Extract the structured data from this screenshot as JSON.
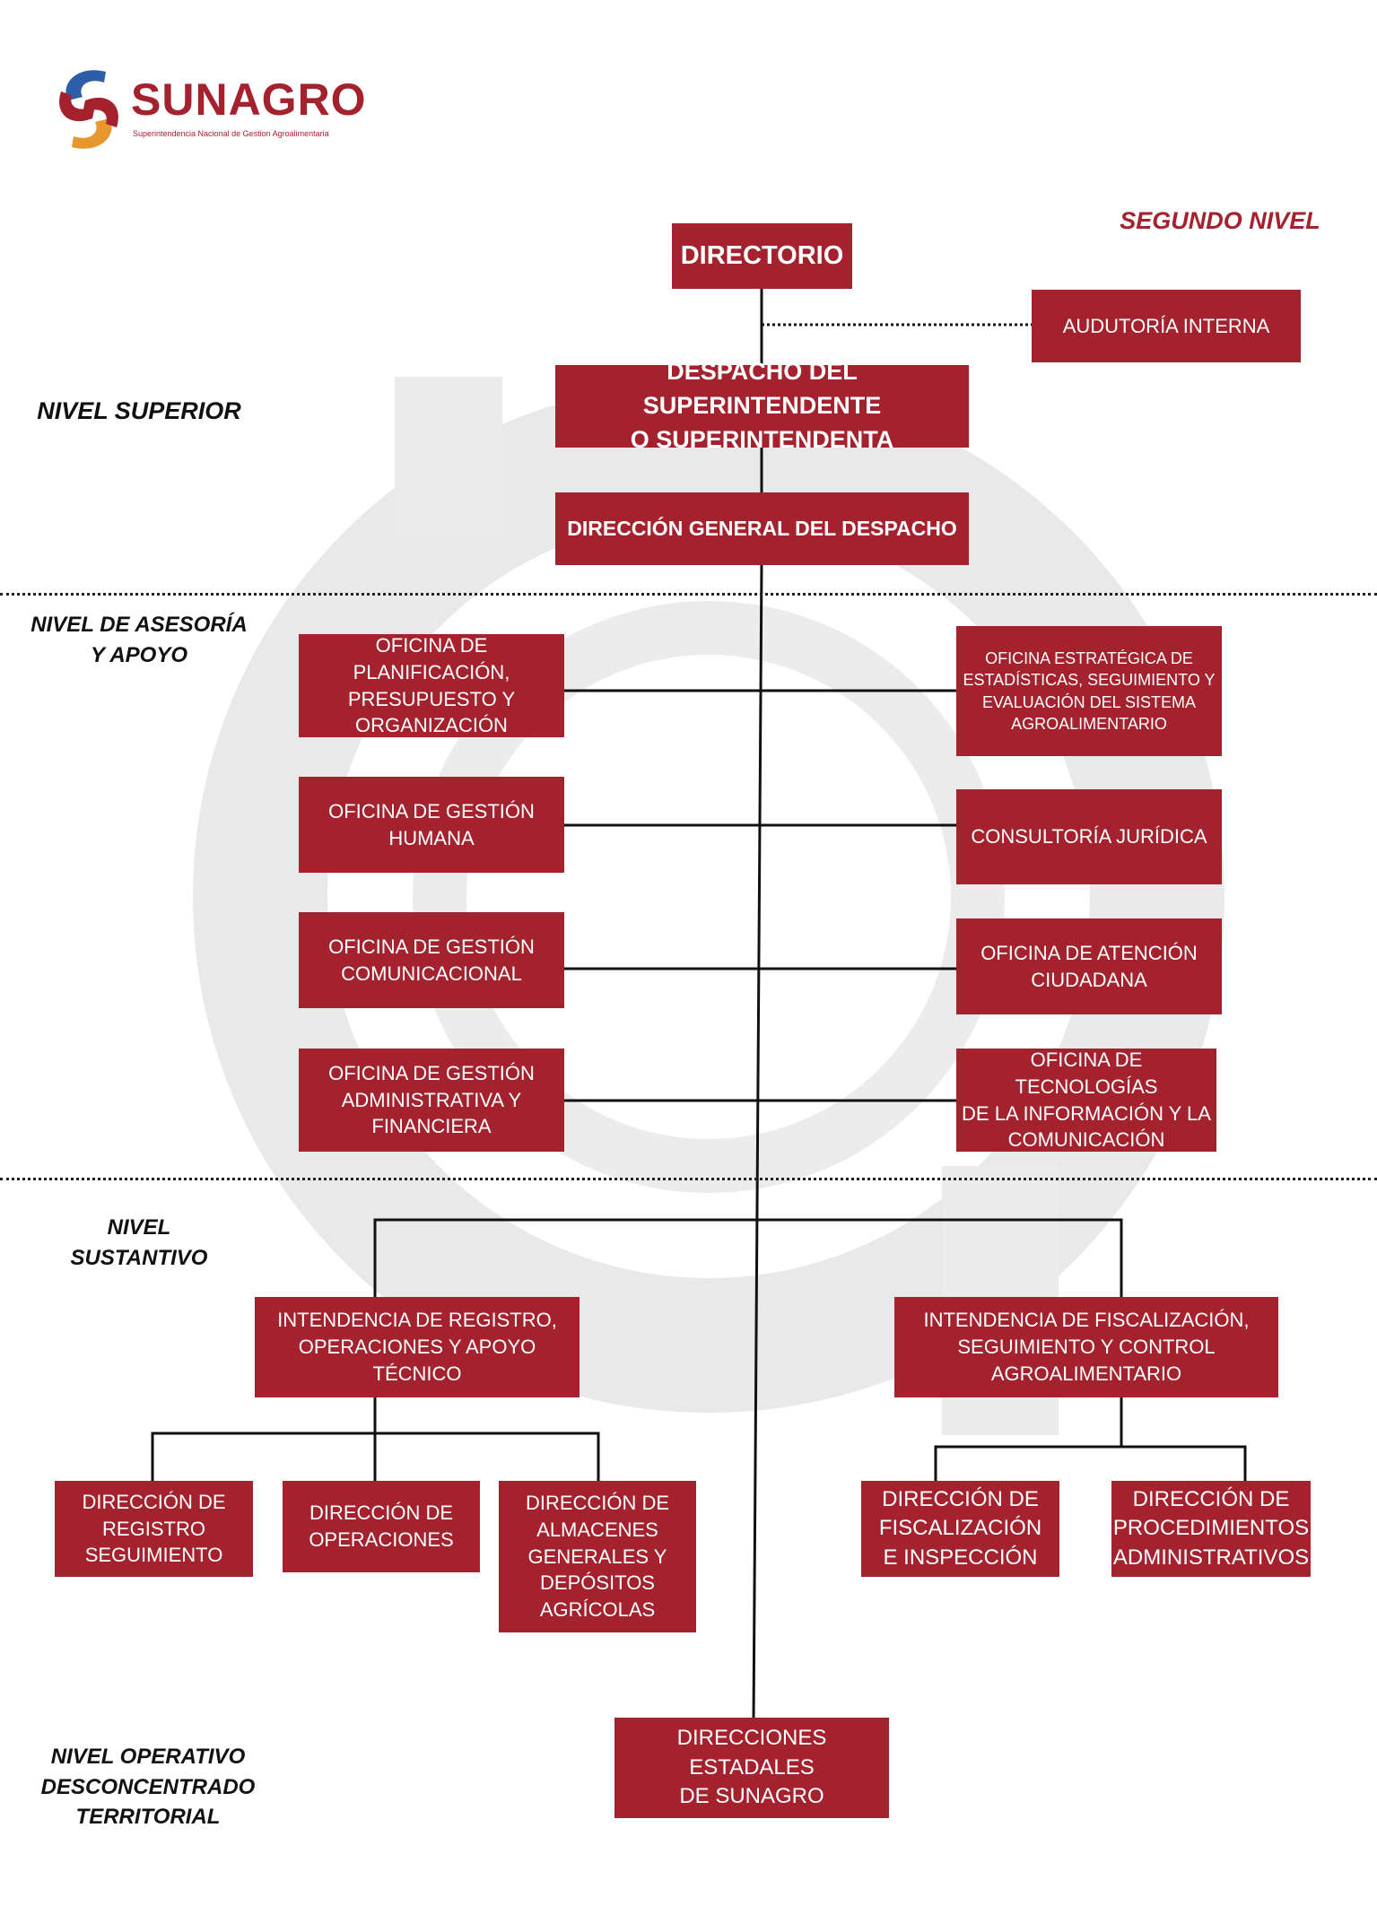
{
  "brand": {
    "name": "SUNAGRO",
    "tagline": "Superintendencia Nacional de Gestion Agroalimentaria",
    "colors": {
      "primary": "#a3222e",
      "logo_orange": "#e8962e",
      "logo_blue": "#2d5fa8"
    }
  },
  "levels": {
    "segundo_nivel": "SEGUNDO NIVEL",
    "superior": "NIVEL SUPERIOR",
    "asesoria": "NIVEL DE ASESORÍA\nY APOYO",
    "sustantivo": "NIVEL\nSUSTANTIVO",
    "operativo": "NIVEL OPERATIVO\nDESCONCENTRADO\nTERRITORIAL"
  },
  "nodes": {
    "directorio": "DIRECTORIO",
    "auditoria": "AUDUTORÍA INTERNA",
    "despacho": "DESPACHO DEL SUPERINTENDENTE\nO SUPERINTENDENTA",
    "direccion_general": "DIRECCIÓN GENERAL DEL DESPACHO",
    "planificacion": "OFICINA DE PLANIFICACIÓN,\nPRESUPUESTO Y\nORGANIZACIÓN",
    "estrategica": "OFICINA ESTRATÉGICA DE\nESTADÍSTICAS, SEGUIMIENTO Y\nEVALUACIÓN DEL SISTEMA\nAGROALIMENTARIO",
    "gestion_humana": "OFICINA DE GESTIÓN\nHUMANA",
    "consultoria": "CONSULTORÍA JURÍDICA",
    "comunicacional": "OFICINA DE GESTIÓN\nCOMUNICACIONAL",
    "atencion": "OFICINA DE ATENCIÓN\nCIUDADANA",
    "administrativa": "OFICINA DE GESTIÓN\nADMINISTRATIVA Y\nFINANCIERA",
    "tecnologias": "OFICINA DE TECNOLOGÍAS\nDE LA INFORMACIÓN Y LA\nCOMUNICACIÓN",
    "int_registro": "INTENDENCIA DE REGISTRO,\nOPERACIONES Y APOYO TÉCNICO",
    "int_fiscalizacion": "INTENDENCIA DE FISCALIZACIÓN,\nSEGUIMIENTO Y CONTROL\nAGROALIMENTARIO",
    "dir_registro": "DIRECCIÓN DE\nREGISTRO\nSEGUIMIENTO",
    "dir_operaciones": "DIRECCIÓN DE\nOPERACIONES",
    "dir_almacenes": "DIRECCIÓN DE\nALMACENES\nGENERALES Y\nDEPÓSITOS\nAGRÍCOLAS",
    "dir_fiscalizacion": "DIRECCIÓN DE\nFISCALIZACIÓN\nE INSPECCIÓN",
    "dir_procedimientos": "DIRECCIÓN DE\nPROCEDIMIENTOS\nADMINISTRATIVOS",
    "estadales": "DIRECCIONES ESTADALES\nDE SUNAGRO"
  }
}
